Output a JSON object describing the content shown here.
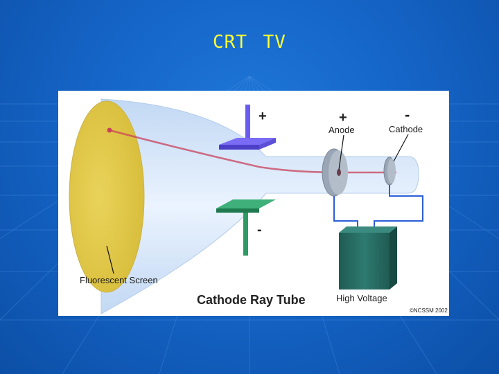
{
  "slide": {
    "title": "CRT TV"
  },
  "diagram": {
    "caption": "Cathode Ray Tube",
    "labels": {
      "anode": "Anode",
      "cathode": "Cathode",
      "screen": "Fluorescent Screen",
      "voltage": "High Voltage",
      "copyright": "©NCSSM 2002"
    },
    "signs": {
      "top_plate": "+",
      "bottom_plate": "-",
      "anode": "+",
      "cathode": "-"
    },
    "colors": {
      "background": "#1565c8",
      "title": "#ffff33",
      "screen": "#e3cc52",
      "top_plate": "#6a5cf0",
      "bottom_plate": "#2e9a63",
      "battery": "#2a6b63",
      "beam": "#c8405a",
      "wire": "#2a5fd8"
    }
  }
}
